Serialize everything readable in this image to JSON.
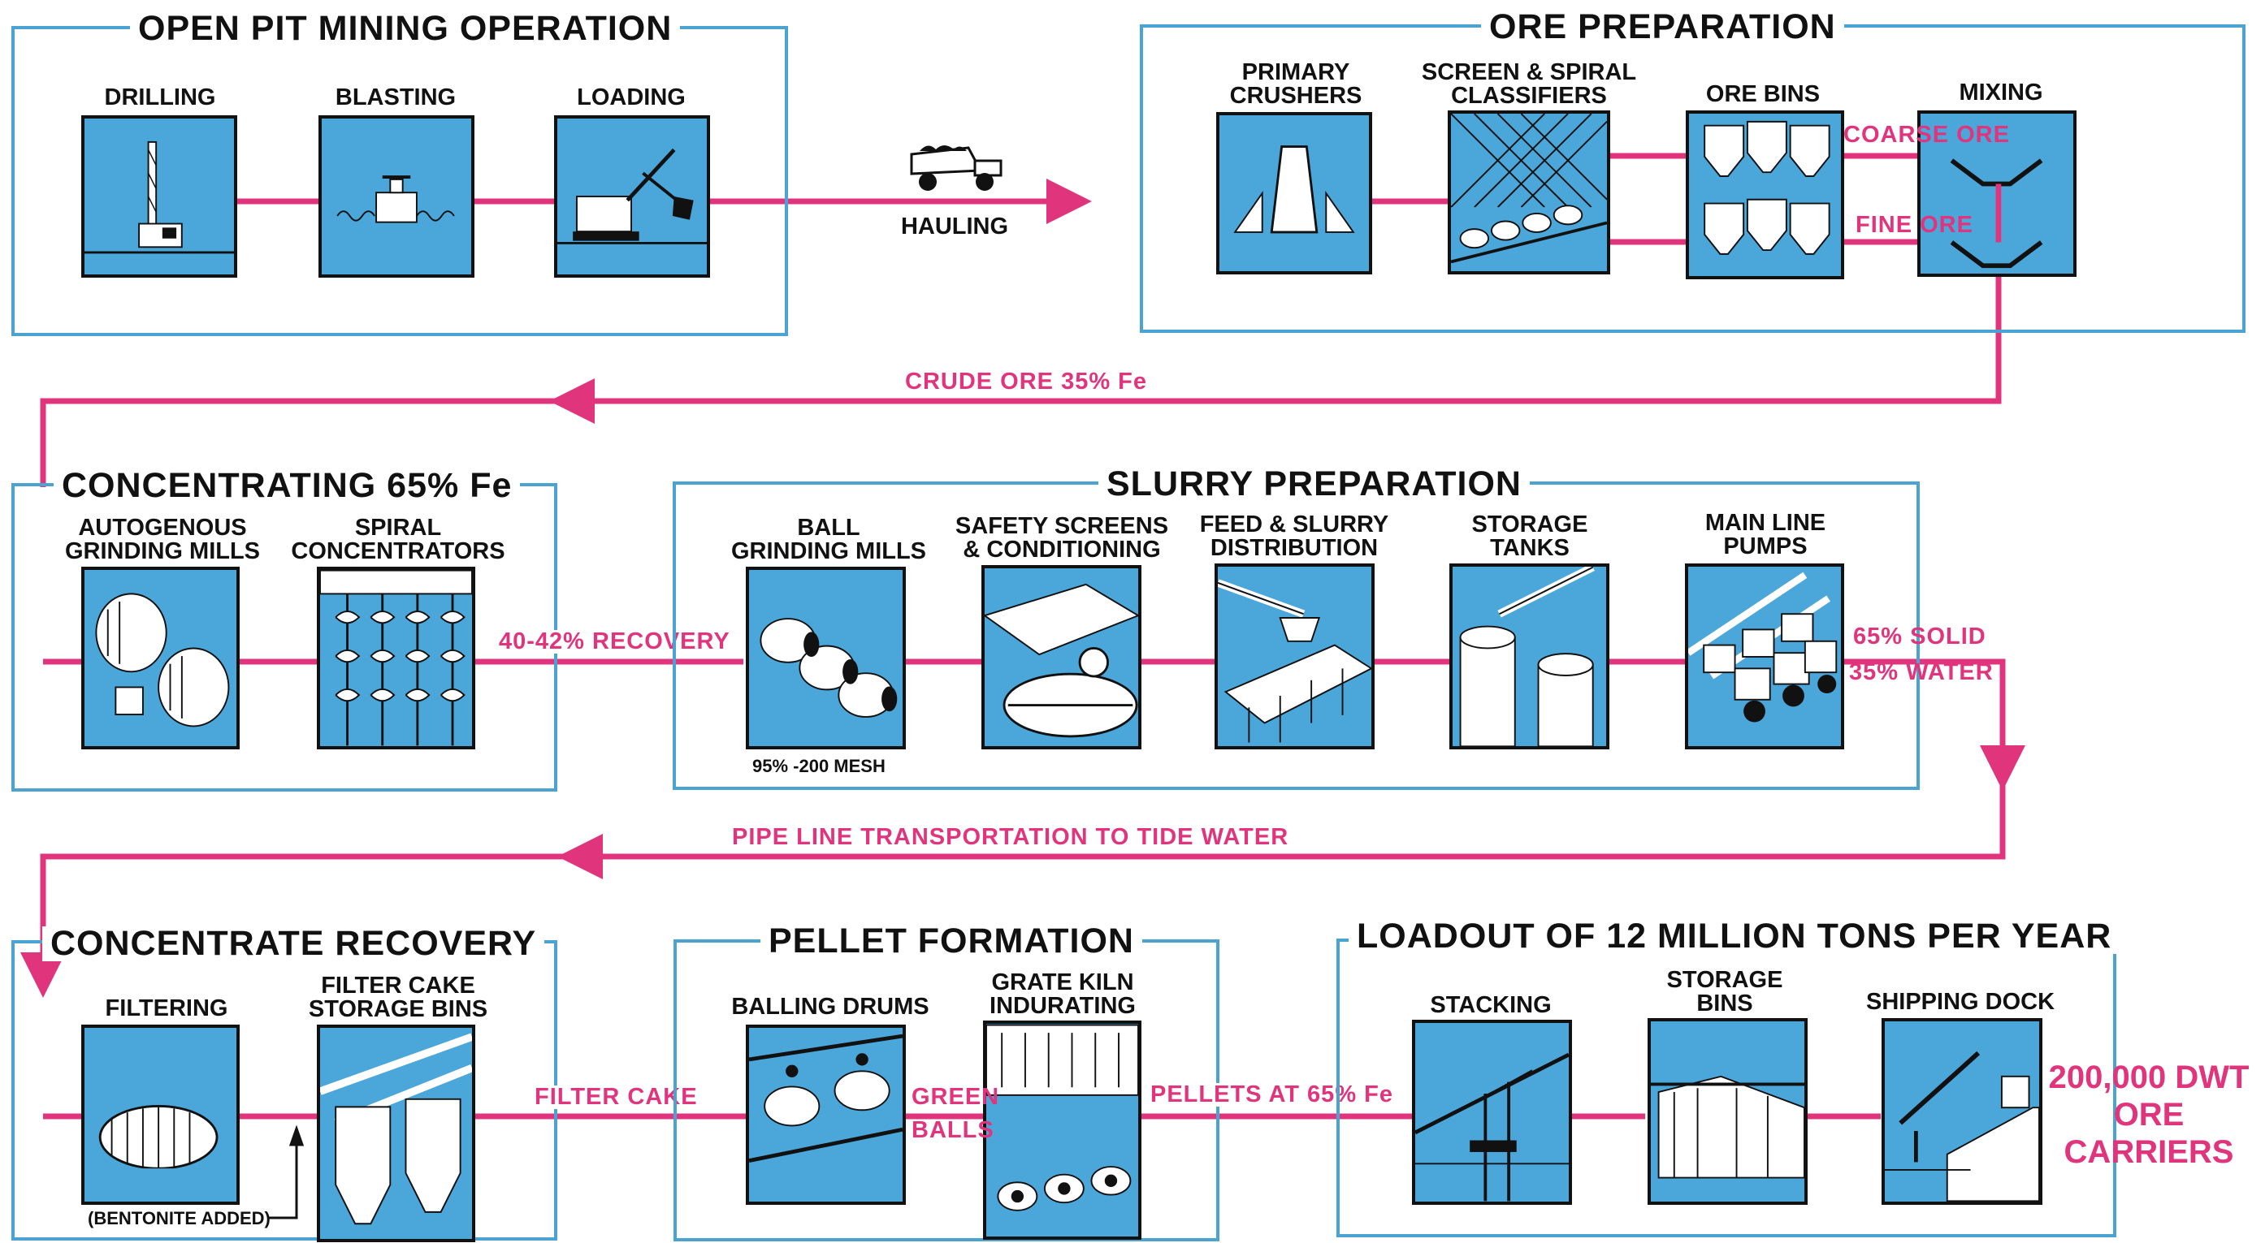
{
  "sections": {
    "open_pit": {
      "title": "OPEN PIT MINING OPERATION",
      "steps": [
        "DRILLING",
        "BLASTING",
        "LOADING"
      ]
    },
    "ore_prep": {
      "title": "ORE PREPARATION",
      "steps": [
        "PRIMARY\nCRUSHERS",
        "SCREEN & SPIRAL\nCLASSIFIERS",
        "ORE BINS",
        "MIXING"
      ]
    },
    "concentrating": {
      "title": "CONCENTRATING 65% Fe",
      "steps": [
        "AUTOGENOUS\nGRINDING MILLS",
        "SPIRAL\nCONCENTRATORS"
      ]
    },
    "slurry": {
      "title": "SLURRY PREPARATION",
      "steps": [
        "BALL\nGRINDING MILLS",
        "SAFETY SCREENS\n& CONDITIONING",
        "FEED & SLURRY\nDISTRIBUTION",
        "STORAGE\nTANKS",
        "MAIN LINE\nPUMPS"
      ]
    },
    "recovery": {
      "title": "CONCENTRATE RECOVERY",
      "steps": [
        "FILTERING",
        "FILTER CAKE\nSTORAGE BINS"
      ]
    },
    "pellet": {
      "title": "PELLET FORMATION",
      "steps": [
        "BALLING DRUMS",
        "GRATE KILN\nINDURATING"
      ]
    },
    "loadout": {
      "title": "LOADOUT OF 12 MILLION TONS PER YEAR",
      "steps": [
        "STACKING",
        "STORAGE\nBINS",
        "SHIPPING DOCK"
      ]
    }
  },
  "flows": {
    "hauling": "HAULING",
    "coarse_ore": "COARSE ORE",
    "fine_ore": "FINE ORE",
    "crude_ore": "CRUDE ORE 35% Fe",
    "recovery_pct": "40-42% RECOVERY",
    "solid": "65% SOLID",
    "water": "35% WATER",
    "pipeline": "PIPE LINE TRANSPORTATION TO TIDE WATER",
    "filter_cake": "FILTER CAKE",
    "green": "GREEN",
    "balls": "BALLS",
    "pellets": "PELLETS AT 65% Fe",
    "carriers": "200,000 DWT\nORE\nCARRIERS"
  },
  "notes": {
    "mesh": "95% -200 MESH",
    "bentonite": "(BENTONITE ADDED)"
  },
  "colors": {
    "flow": "#e0357d",
    "frame": "#4aa3d0",
    "panel": "#4ba6d9"
  }
}
